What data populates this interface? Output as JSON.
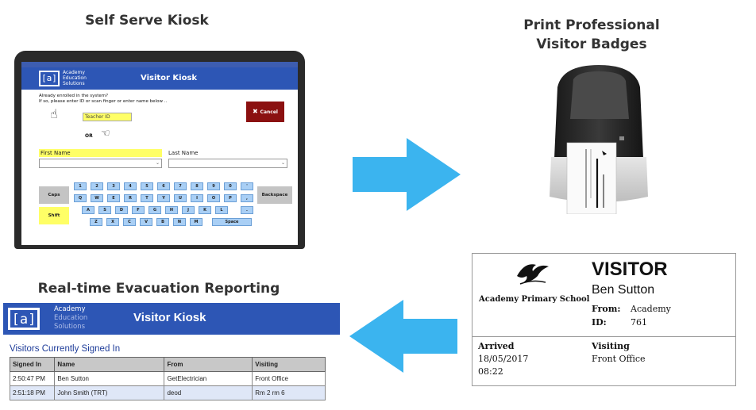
{
  "colors": {
    "arrow": "#3bb4ef",
    "kiosk_blue": "#2d56b5",
    "yellow": "#ffff66",
    "cancel": "#8b1010",
    "key": "#a9cff5"
  },
  "headings": {
    "kiosk": "Self Serve Kiosk",
    "badges_line1": "Print Professional",
    "badges_line2": "Visitor Badges",
    "evac": "Real-time Evacuation Reporting"
  },
  "kiosk_screen": {
    "logo_glyph": "[a]",
    "logo_line1": "Academy",
    "logo_line2": "Education",
    "logo_line3": "Solutions",
    "title": "Visitor Kiosk",
    "prompt1": "Already enrolled in the system?",
    "prompt2": "If so, please enter ID or scan finger or enter name below ..",
    "id_placeholder": "Teacher ID",
    "or": "OR",
    "cancel": "Cancel",
    "first_name": "First Name",
    "last_name": "Last Name",
    "keys_row1": [
      "1",
      "2",
      "3",
      "4",
      "5",
      "6",
      "7",
      "8",
      "9",
      "0",
      "'"
    ],
    "keys_row2": [
      "Q",
      "W",
      "E",
      "R",
      "T",
      "Y",
      "U",
      "I",
      "O",
      "P",
      ","
    ],
    "keys_row3": [
      "A",
      "S",
      "D",
      "F",
      "G",
      "H",
      "J",
      "K",
      "L",
      "."
    ],
    "keys_row4": [
      "Z",
      "X",
      "C",
      "V",
      "B",
      "N",
      "M"
    ],
    "caps": "Caps",
    "shift": "Shift",
    "backspace": "Backspace",
    "space": "Space"
  },
  "badge": {
    "school": "Academy Primary School",
    "visitor": "VISITOR",
    "name": "Ben Sutton",
    "from_label": "From:",
    "from_value": "Academy",
    "id_label": "ID:",
    "id_value": "761",
    "arrived_label": "Arrived",
    "arrived_date": "18/05/2017",
    "arrived_time": "08:22",
    "visiting_label": "Visiting",
    "visiting_value": "Front Office"
  },
  "report": {
    "logo_glyph": "[a]",
    "logo_line1": "Academy",
    "logo_line2": "Education",
    "logo_line3": "Solutions",
    "title": "Visitor Kiosk",
    "subtitle": "Visitors Currently Signed In",
    "columns": [
      "Signed In",
      "Name",
      "From",
      "Visiting"
    ],
    "rows": [
      [
        "2:50:47 PM",
        "Ben Sutton",
        "GetElectrician",
        "Front Office"
      ],
      [
        "2:51:18 PM",
        "John Smith (TRT)",
        "deod",
        "Rm 2  rm 6"
      ]
    ]
  }
}
